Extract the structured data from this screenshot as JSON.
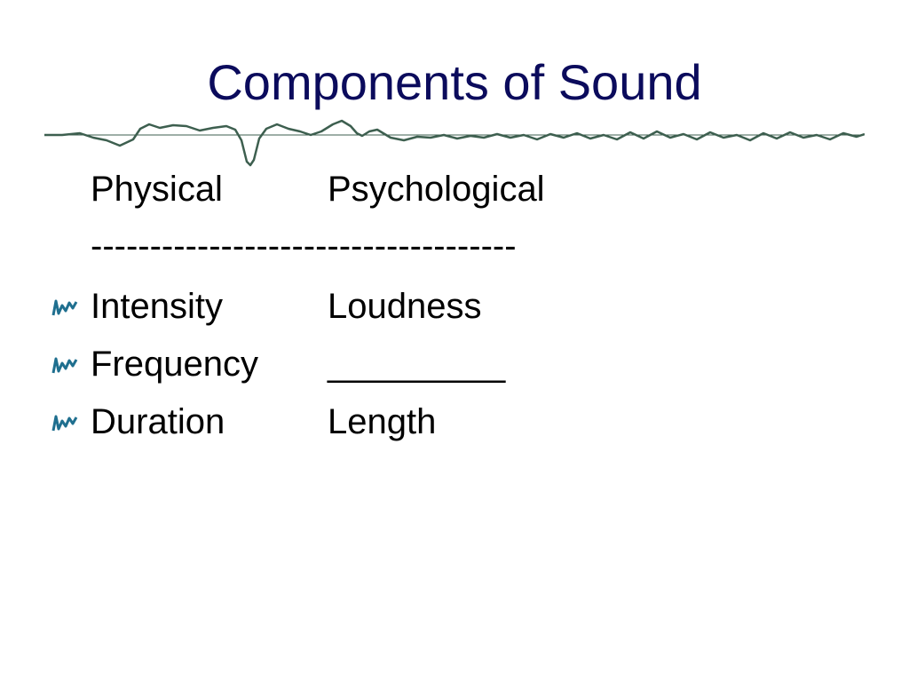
{
  "slide": {
    "title": "Components of Sound",
    "header_row": {
      "physical": "Physical",
      "psychological": "Psychological"
    },
    "divider": "------------------------------------",
    "items": [
      {
        "physical": "Intensity",
        "psychological": "Loudness"
      },
      {
        "physical": "Frequency",
        "psychological": "_________"
      },
      {
        "physical": "Duration",
        "psychological": "Length"
      }
    ]
  },
  "colors": {
    "title": "#0b0b5c",
    "wave": "#3d5f4f",
    "bullet": "#1f6f8f",
    "text": "#000000"
  },
  "icons": {
    "decoration": "sound-waveform-icon",
    "bullet": "waveform-bullet-icon"
  }
}
